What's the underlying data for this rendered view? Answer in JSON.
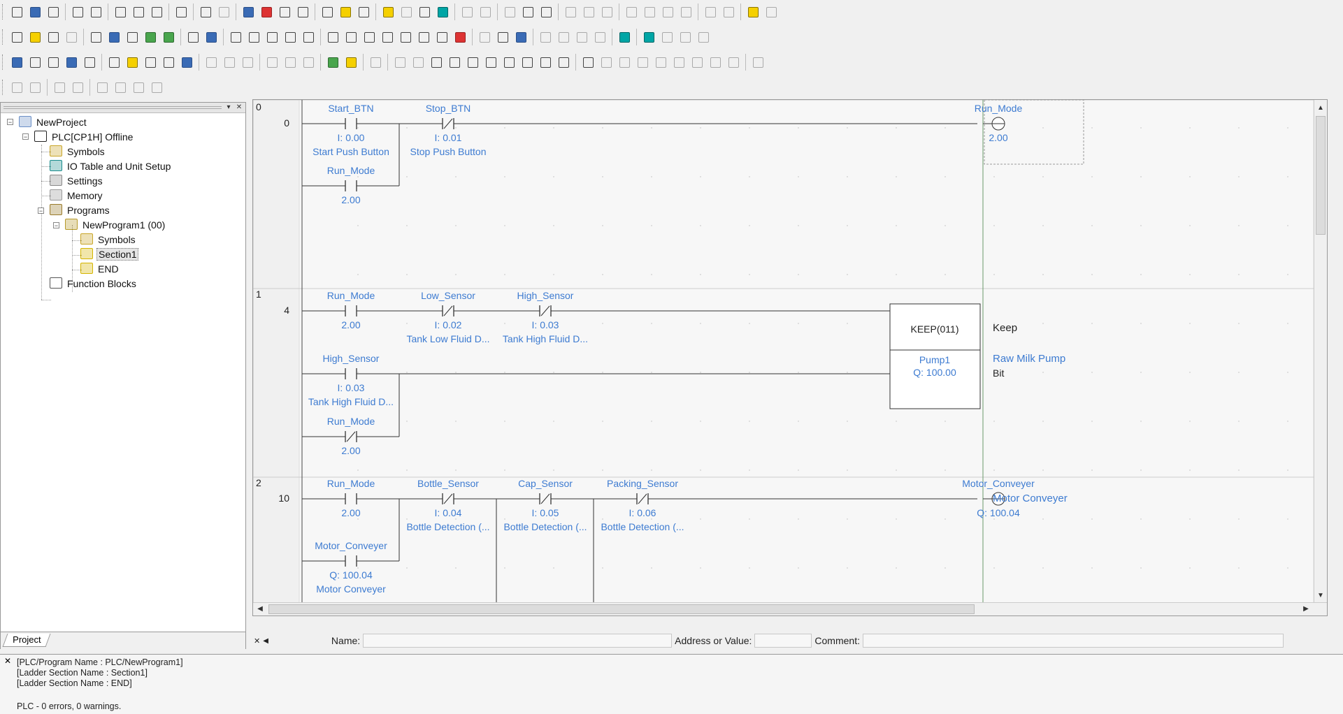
{
  "project_tree": {
    "items": [
      {
        "label": "NewProject",
        "icon": "project-icon",
        "level": 0
      },
      {
        "label": "PLC[CP1H] Offline",
        "icon": "plc-icon",
        "level": 1
      },
      {
        "label": "Symbols",
        "icon": "symbols-icon",
        "level": 2
      },
      {
        "label": "IO Table and Unit Setup",
        "icon": "io-table-icon",
        "level": 2
      },
      {
        "label": "Settings",
        "icon": "settings-icon",
        "level": 2
      },
      {
        "label": "Memory",
        "icon": "memory-icon",
        "level": 2
      },
      {
        "label": "Programs",
        "icon": "programs-icon",
        "level": 2
      },
      {
        "label": "NewProgram1 (00)",
        "icon": "program-icon",
        "level": 3
      },
      {
        "label": "Symbols",
        "icon": "symbols-icon",
        "level": 4
      },
      {
        "label": "Section1",
        "icon": "section-icon",
        "level": 4
      },
      {
        "label": "END",
        "icon": "section-icon",
        "level": 4
      },
      {
        "label": "Function Blocks",
        "icon": "function-blocks-icon",
        "level": 2
      }
    ],
    "tab": "Project"
  },
  "rungs": [
    {
      "number": "0",
      "step": "0",
      "contacts": [
        {
          "name": "Start_BTN",
          "addr": "I: 0.00",
          "comment": "Start Push Button",
          "type": "NO"
        },
        {
          "name": "Stop_BTN",
          "addr": "I: 0.01",
          "comment": "Stop Push Button",
          "type": "NC"
        },
        {
          "name": "Run_Mode",
          "addr": "2.00",
          "comment": "",
          "type": "NO"
        }
      ],
      "coil": {
        "name": "Run_Mode",
        "addr": "2.00"
      }
    },
    {
      "number": "1",
      "step": "4",
      "contacts": [
        {
          "name": "Run_Mode",
          "addr": "2.00",
          "comment": "",
          "type": "NO"
        },
        {
          "name": "Low_Sensor",
          "addr": "I: 0.02",
          "comment": "Tank Low Fluid D...",
          "type": "NC"
        },
        {
          "name": "High_Sensor",
          "addr": "I: 0.03",
          "comment": "Tank High Fluid D...",
          "type": "NC"
        },
        {
          "name": "High_Sensor",
          "addr": "I: 0.03",
          "comment": "Tank High Fluid D...",
          "type": "NO"
        },
        {
          "name": "Run_Mode",
          "addr": "2.00",
          "comment": "",
          "type": "NC"
        }
      ],
      "keep": {
        "title": "KEEP(011)",
        "operand": "Pump1",
        "addr": "Q: 100.00",
        "label": "Keep",
        "comment": "Raw Milk Pump",
        "sub": "Bit"
      }
    },
    {
      "number": "2",
      "step": "10",
      "contacts": [
        {
          "name": "Run_Mode",
          "addr": "2.00",
          "comment": "",
          "type": "NO"
        },
        {
          "name": "Bottle_Sensor",
          "addr": "I: 0.04",
          "comment": "Bottle Detection (...",
          "type": "NC"
        },
        {
          "name": "Cap_Sensor",
          "addr": "I: 0.05",
          "comment": "Bottle Detection (...",
          "type": "NC"
        },
        {
          "name": "Packing_Sensor",
          "addr": "I: 0.06",
          "comment": "Bottle Detection (...",
          "type": "NC"
        },
        {
          "name": "Motor_Conveyer",
          "addr": "Q: 100.04",
          "comment": "Motor Conveyer",
          "type": "NO"
        }
      ],
      "coil": {
        "name": "Motor_Conveyer",
        "addr": "Q: 100.04"
      },
      "coil_comment": "Motor Conveyer"
    }
  ],
  "status_bar": {
    "name_label": "Name:",
    "address_label": "Address or Value:",
    "comment_label": "Comment:"
  },
  "output": {
    "lines": [
      "[PLC/Program Name : PLC/NewProgram1]",
      "[Ladder Section Name : Section1]",
      "[Ladder Section Name : END]",
      "PLC - 0 errors, 0 warnings."
    ]
  }
}
